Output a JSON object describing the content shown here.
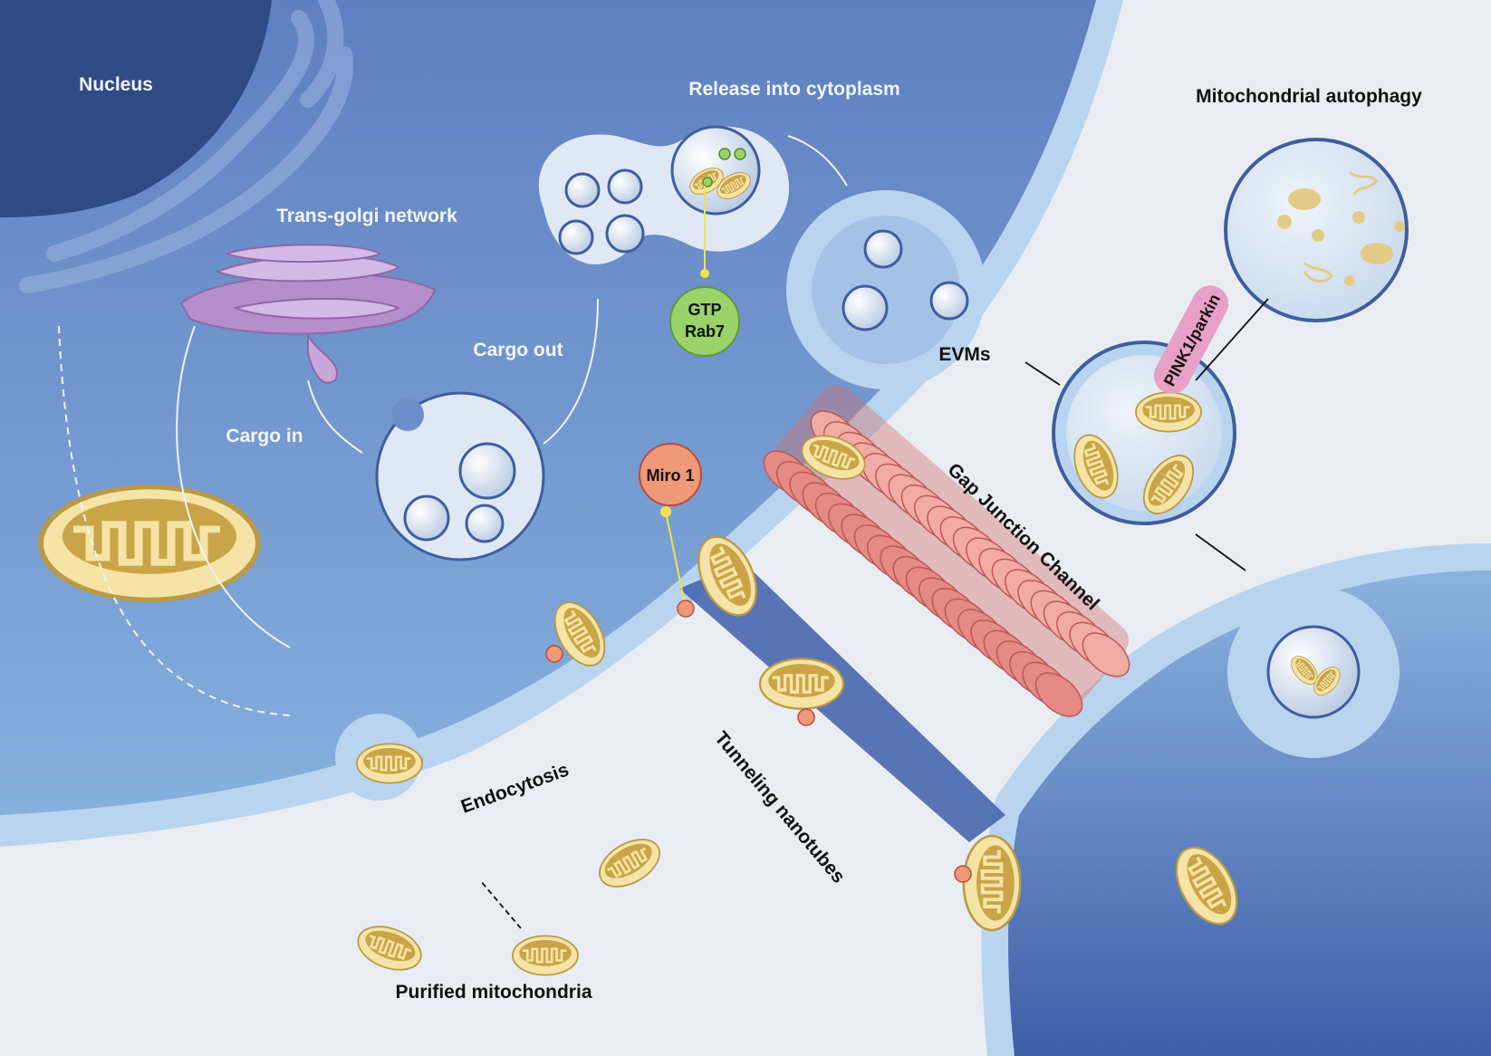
{
  "labels": {
    "nucleus": "Nucleus",
    "trans_golgi": "Trans-golgi network",
    "release": "Release into cytoplasm",
    "mito_autophagy": "Mitochondrial autophagy",
    "cargo_out": "Cargo out",
    "cargo_in": "Cargo in",
    "gtp": "GTP",
    "rab7": "Rab7",
    "evms": "EVMs",
    "pink1": "PINK1/parkin",
    "miro1": "Miro 1",
    "gap_junction": "Gap Junction Channel",
    "endocytosis": "Endocytosis",
    "tunneling": "Tunneling nanotubes",
    "purified": "Purified mitochondria"
  },
  "colors": {
    "cytoplasm": "#6d8fc9",
    "cytoplasm_dark": "#4a68ad",
    "nucleus": "#2f4a85",
    "membrane": "#b9d4ee",
    "extracellular": "#e9edf3",
    "mitochondria": "#f3dc9a",
    "mito_crista": "#c9a548",
    "golgi": "#c7a8db",
    "gap_junction": "#e58a84",
    "gtp_rab7": "#9ad36a",
    "miro1": "#ef9a76",
    "pink1": "#e8a0c6"
  }
}
